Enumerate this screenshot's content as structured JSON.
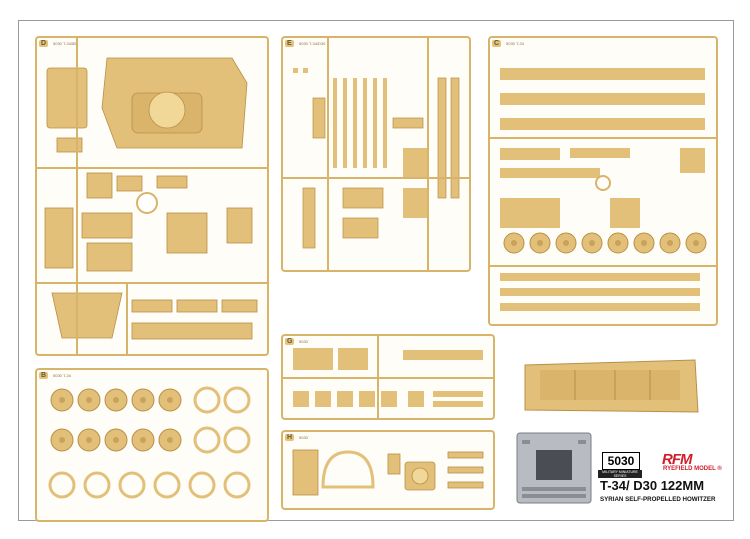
{
  "sprues": [
    {
      "id": "D",
      "label": "D",
      "sub": "5030 T-34/85"
    },
    {
      "id": "E",
      "label": "E",
      "sub": "5030 T-34/D30"
    },
    {
      "id": "C",
      "label": "C",
      "sub": "5030 T-34"
    },
    {
      "id": "B",
      "label": "B",
      "sub": "5030 T-34"
    },
    {
      "id": "G",
      "label": "G",
      "sub": "5030"
    },
    {
      "id": "H",
      "label": "H",
      "sub": "5030"
    }
  ],
  "box": {
    "code": "5030",
    "series_label": "MILITARY MINIATURE SERIES",
    "brand_logo": "RFM",
    "brand_name": "RYEFIELD MODEL ®",
    "title": "T-34/ D30 122MM",
    "subtitle": "SYRIAN SELF-PROPELLED HOWITZER"
  },
  "colors": {
    "plastic": "#e2c07a",
    "plastic_dark": "#c9a25a",
    "frame": "#d8b46a",
    "brand_red": "#d01d2a",
    "etch": "#b8bcc2"
  }
}
